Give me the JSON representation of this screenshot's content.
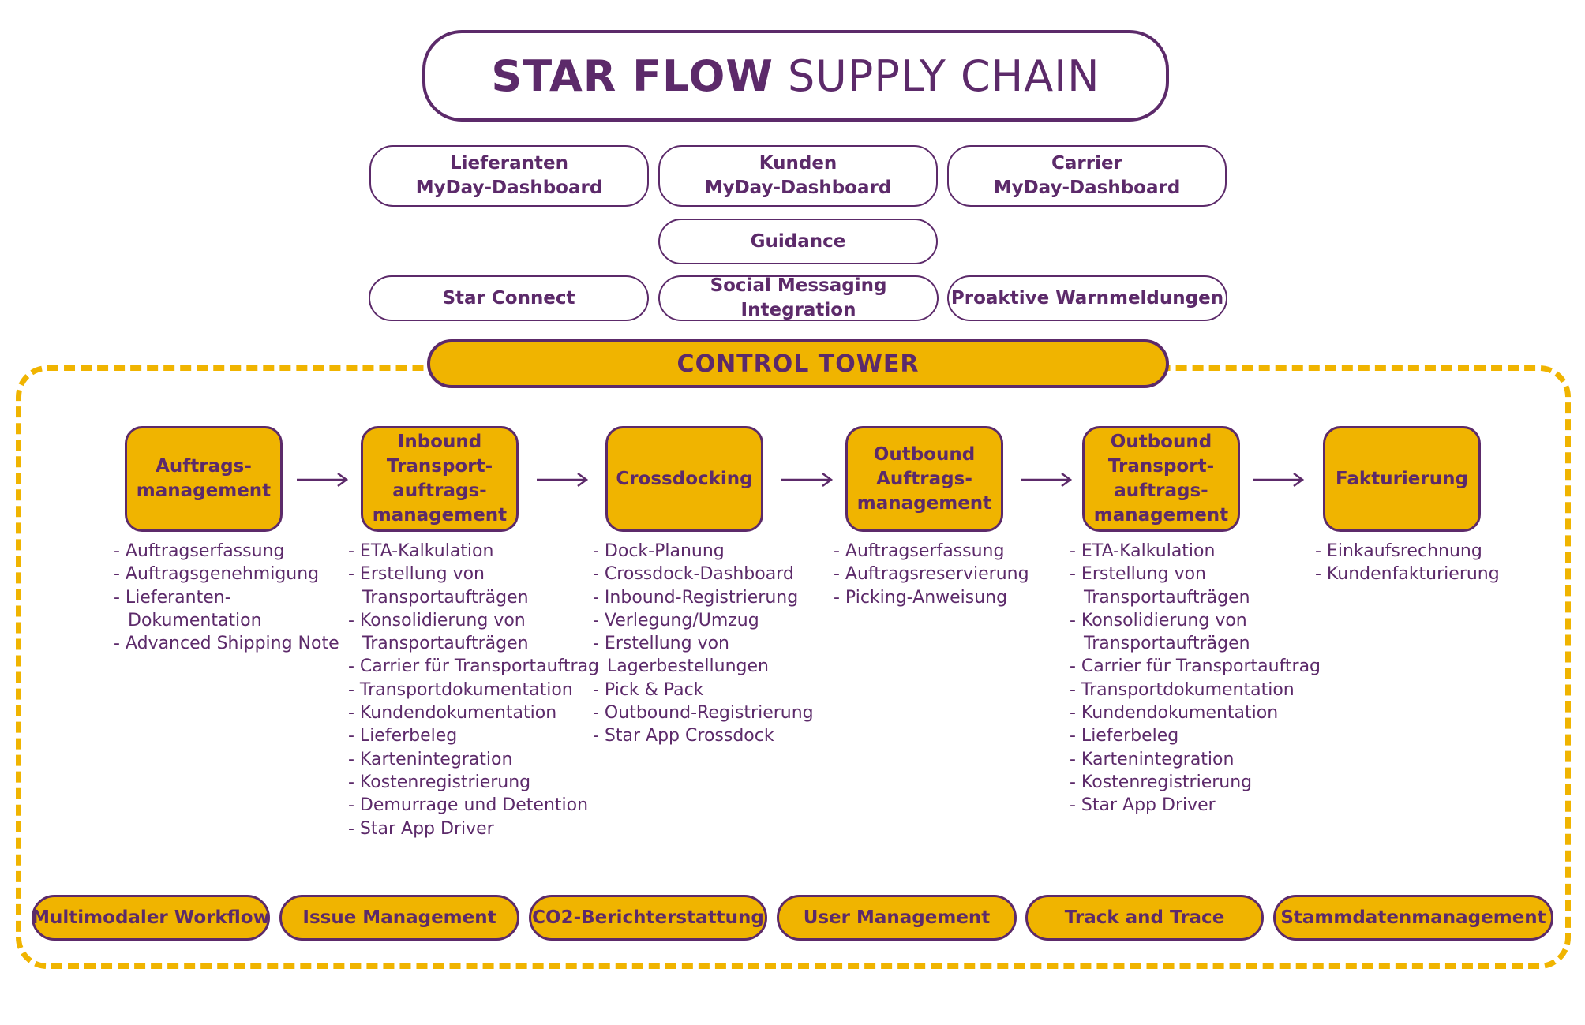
{
  "title": {
    "bold": "STAR FLOW",
    "light": "SUPPLY CHAIN"
  },
  "dashboards": [
    {
      "lines": [
        "Lieferanten",
        "MyDay-Dashboard"
      ]
    },
    {
      "lines": [
        "Kunden",
        "MyDay-Dashboard"
      ]
    },
    {
      "lines": [
        "Carrier",
        "MyDay-Dashboard"
      ]
    }
  ],
  "guidance": "Guidance",
  "features": [
    "Star Connect",
    "Social Messaging Integration",
    "Proaktive Warnmeldungen"
  ],
  "control_tower": "CONTROL TOWER",
  "steps": [
    {
      "lines": [
        "Auftrags-",
        "management"
      ],
      "items": [
        "- Auftragserfassung",
        "- Auftragsgenehmigung",
        "- Lieferanten-",
        "   Dokumentation",
        "- Advanced Shipping Note"
      ]
    },
    {
      "lines": [
        "Inbound",
        "Transport-",
        "auftrags-",
        "management"
      ],
      "items": [
        "- ETA-Kalkulation",
        "- Erstellung von",
        "   Transportaufträgen",
        "- Konsolidierung von",
        "   Transportaufträgen",
        "- Carrier für Transportauftrag",
        "- Transportdokumentation",
        "- Kundendokumentation",
        "- Lieferbeleg",
        "- Kartenintegration",
        "- Kostenregistrierung",
        "- Demurrage und Detention",
        "- Star App Driver"
      ]
    },
    {
      "lines": [
        "Crossdocking"
      ],
      "items": [
        "- Dock-Planung",
        "- Crossdock-Dashboard",
        "- Inbound-Registrierung",
        "- Verlegung/Umzug",
        "- Erstellung von",
        "   Lagerbestellungen",
        "- Pick & Pack",
        "- Outbound-Registrierung",
        "- Star App Crossdock"
      ]
    },
    {
      "lines": [
        "Outbound",
        "Auftrags-",
        "management"
      ],
      "items": [
        "- Auftragserfassung",
        "- Auftragsreservierung",
        "- Picking-Anweisung"
      ]
    },
    {
      "lines": [
        "Outbound",
        "Transport-",
        "auftrags-",
        "management"
      ],
      "items": [
        "- ETA-Kalkulation",
        "- Erstellung von",
        "   Transportaufträgen",
        "- Konsolidierung von",
        "   Transportaufträgen",
        "- Carrier für Transportauftrag",
        "- Transportdokumentation",
        "- Kundendokumentation",
        "- Lieferbeleg",
        "- Kartenintegration",
        "- Kostenregistrierung",
        "- Star App Driver"
      ]
    },
    {
      "lines": [
        "Fakturierung"
      ],
      "items": [
        "- Einkaufsrechnung",
        "- Kundenfakturierung"
      ]
    }
  ],
  "modules": [
    "Multimodaler Workflow",
    "Issue Management",
    "CO2-Berichterstattung",
    "User Management",
    "Track and Trace",
    "Stammdatenmanagement"
  ],
  "colors": {
    "purple": "#5c2a6a",
    "gold": "#f0b400",
    "background": "#ffffff"
  }
}
